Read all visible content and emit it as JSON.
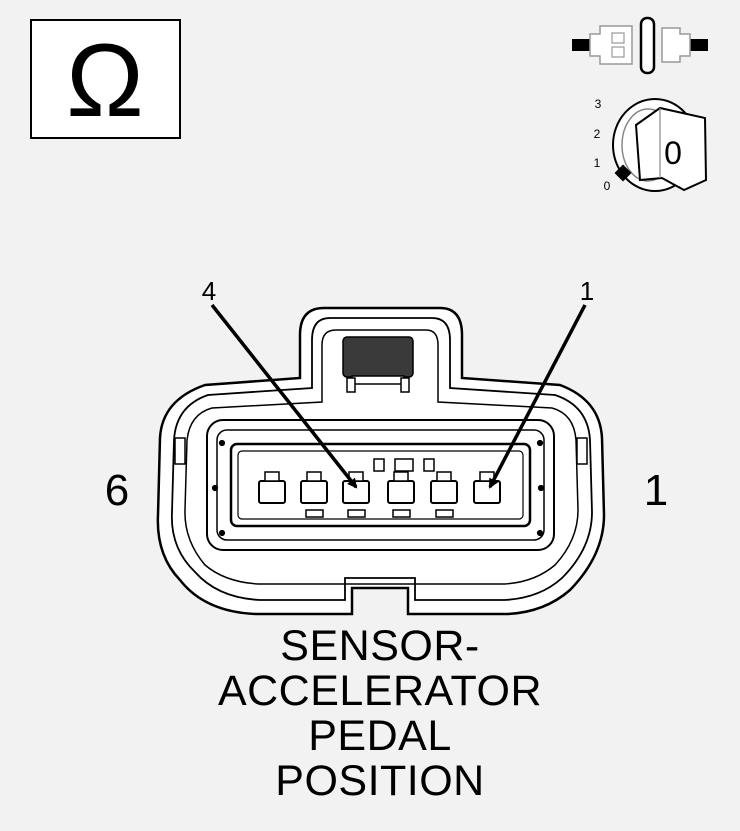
{
  "ohm_symbol": "Ω",
  "ignition_switch": {
    "icon": "ignition-key-icon",
    "positions": [
      "3",
      "2",
      "1",
      "0"
    ],
    "key_label": "0"
  },
  "connector": {
    "side_label_left": "6",
    "side_label_right": "1",
    "callouts": [
      {
        "label": "4"
      },
      {
        "label": "1"
      }
    ]
  },
  "caption": {
    "lines": [
      "SENSOR-",
      "ACCELERATOR",
      "PEDAL",
      "POSITION"
    ]
  }
}
